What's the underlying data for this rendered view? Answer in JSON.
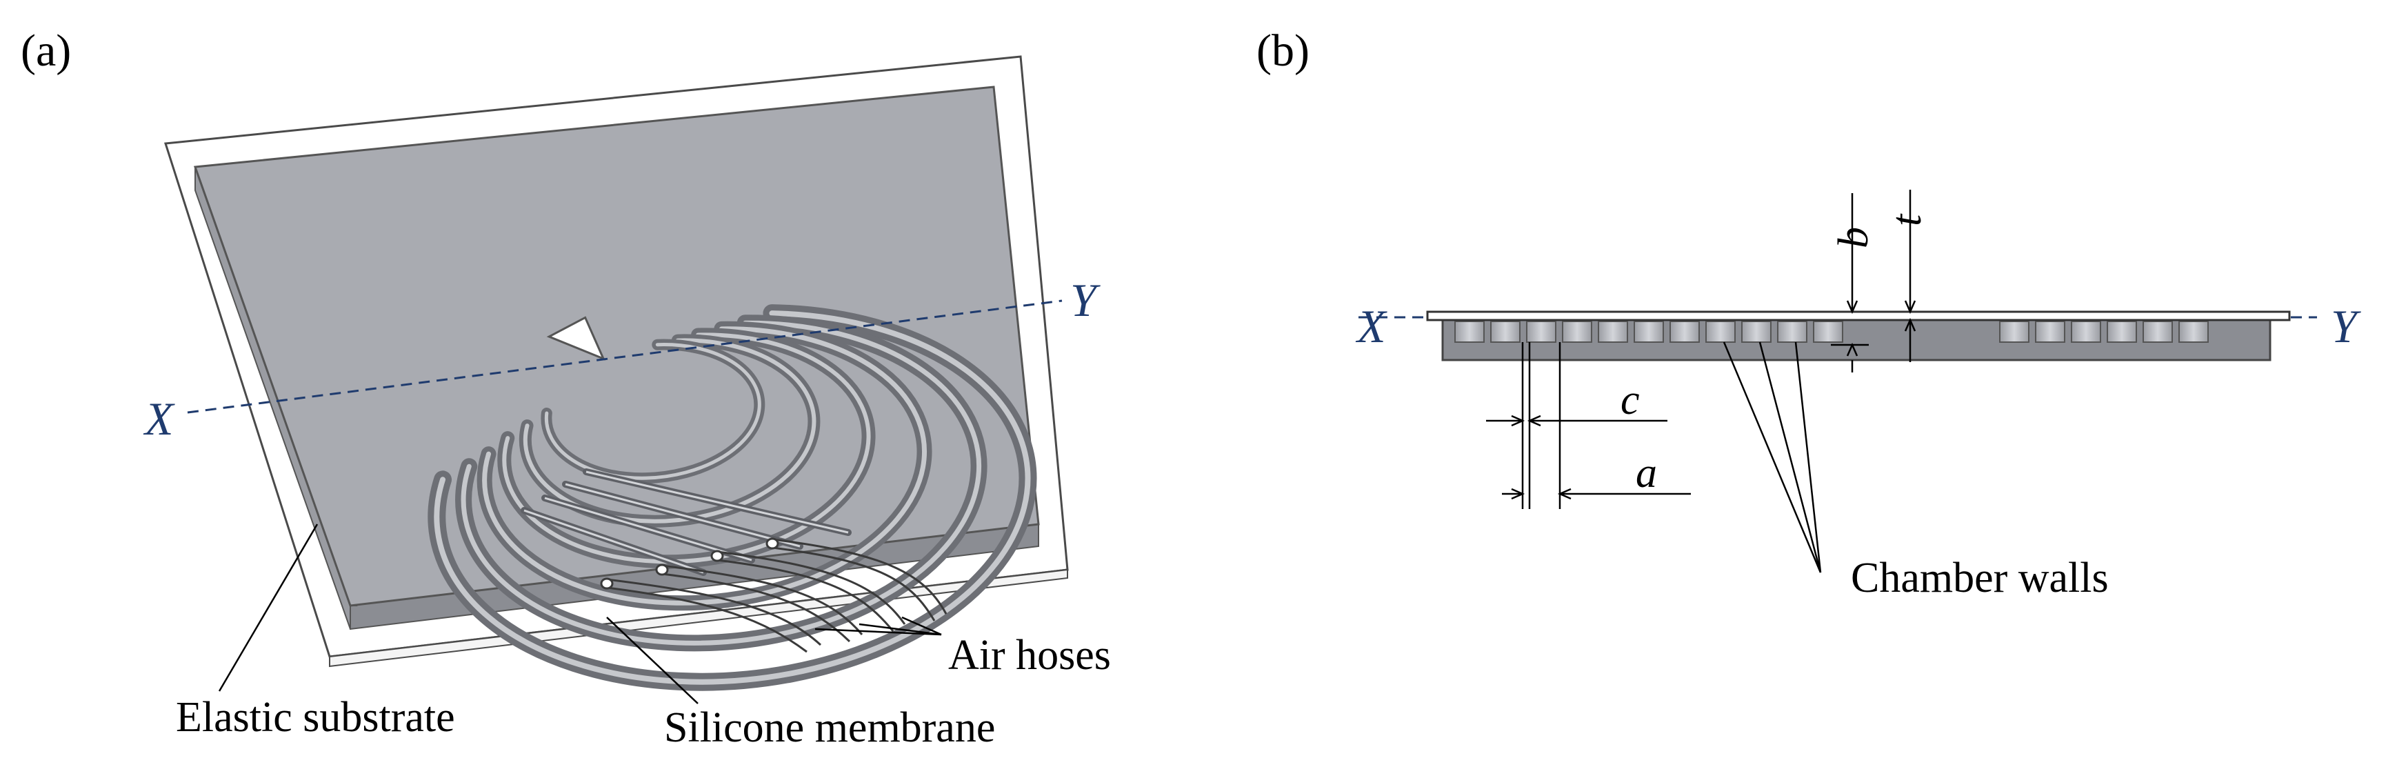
{
  "panels": {
    "a": {
      "label": "(a)"
    },
    "b": {
      "label": "(b)"
    }
  },
  "labels": {
    "elastic_substrate": "Elastic substrate",
    "silicone_membrane": "Silicone membrane",
    "air_hoses": "Air hoses",
    "chamber_walls": "Chamber walls"
  },
  "axes": {
    "x": "X",
    "y": "Y"
  },
  "dimensions": {
    "a": "a",
    "b": "b",
    "c": "c",
    "t": "t"
  },
  "colors": {
    "substrate_top": "#a9abb1",
    "substrate_side": "#8b8d93",
    "membrane": "#ffffff",
    "axis_line": "#1f3b6e",
    "chamber_cell": "#c2c4c9",
    "outline": "#3a3a3a"
  }
}
